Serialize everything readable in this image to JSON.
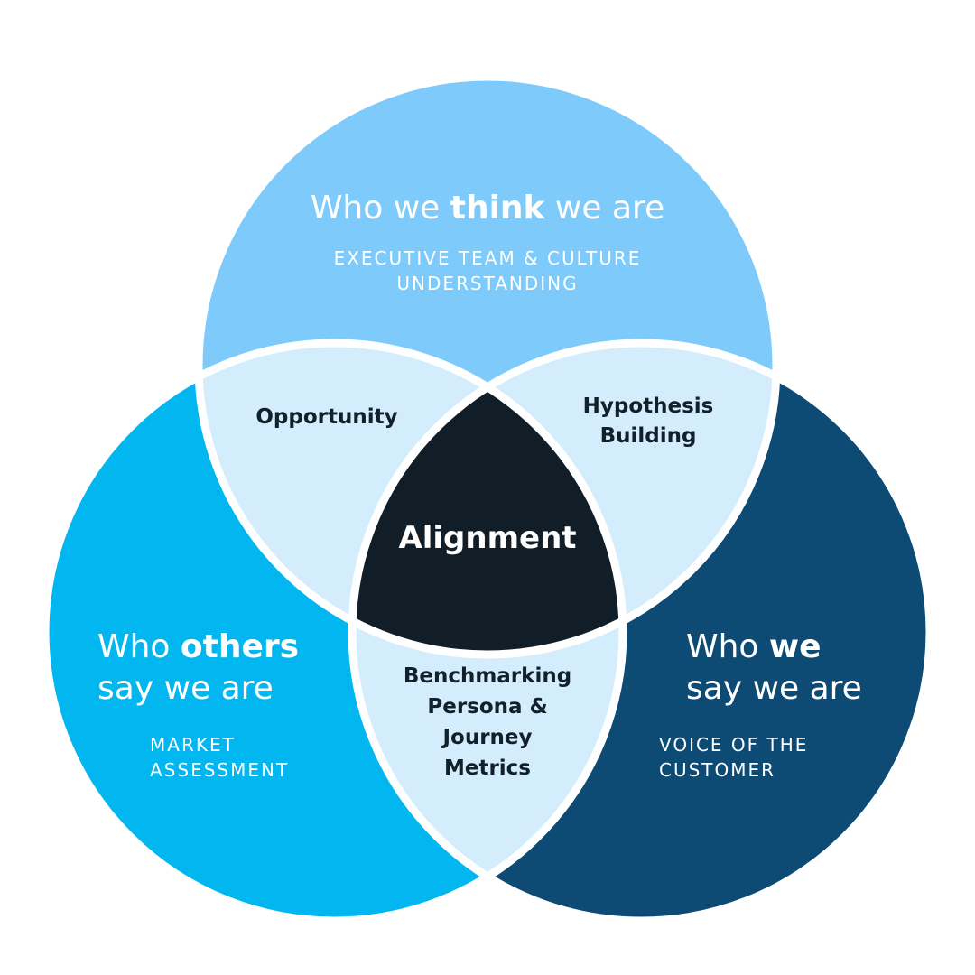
{
  "colors": {
    "top_circle": "#7ecbfb",
    "left_circle": "#02b6ef",
    "right_circle": "#0d4a74",
    "overlap": "#d3edfc",
    "center": "#111e27",
    "separator": "#ffffff"
  },
  "top": {
    "heading_pre": "Who we ",
    "heading_bold": "think",
    "heading_post": " we are",
    "sub_line1": "EXECUTIVE TEAM & CULTURE",
    "sub_line2": "UNDERSTANDING"
  },
  "left": {
    "heading_pre": "Who ",
    "heading_bold": "others",
    "heading_line2": "say we are",
    "sub_line1": "MARKET",
    "sub_line2": "ASSESSMENT"
  },
  "right": {
    "heading_pre": "Who ",
    "heading_bold": "we",
    "heading_line2": "say we are",
    "sub_line1": "VOICE OF THE",
    "sub_line2": "CUSTOMER"
  },
  "overlaps": {
    "top_left": "Opportunity",
    "top_right_line1": "Hypothesis",
    "top_right_line2": "Building",
    "bottom_line1": "Benchmarking",
    "bottom_line2": "Persona &",
    "bottom_line3": "Journey",
    "bottom_line4": "Metrics"
  },
  "center": {
    "label": "Alignment"
  }
}
